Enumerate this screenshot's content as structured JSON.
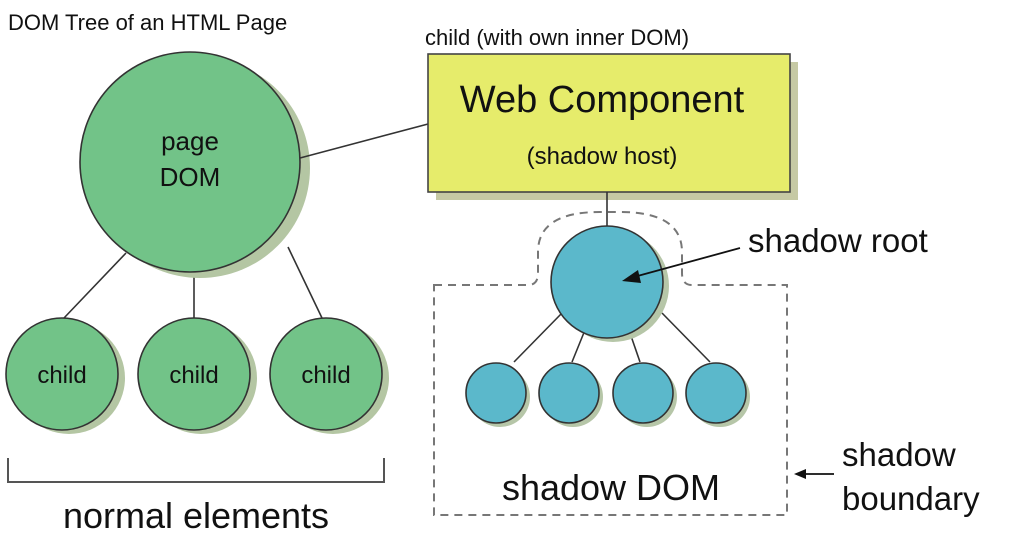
{
  "title": "DOM Tree of an HTML Page",
  "page_dom": {
    "line1": "page",
    "line2": "DOM"
  },
  "children": [
    "child",
    "child",
    "child"
  ],
  "normal_elements": "normal elements",
  "web_component": {
    "caption": "child (with own inner DOM)",
    "title": "Web Component",
    "subtitle": "(shadow host)"
  },
  "shadow_root": "shadow root",
  "shadow_dom": "shadow DOM",
  "shadow_boundary": {
    "line1": "shadow",
    "line2": "boundary"
  },
  "colors": {
    "green_node": "#72c388",
    "green_shadow": "#b4c6a3",
    "blue_node": "#5bb8cb",
    "blue_shadow": "#b6c6a8",
    "component_fill": "#e6ec6b",
    "component_shadow": "#c6c9a4"
  }
}
